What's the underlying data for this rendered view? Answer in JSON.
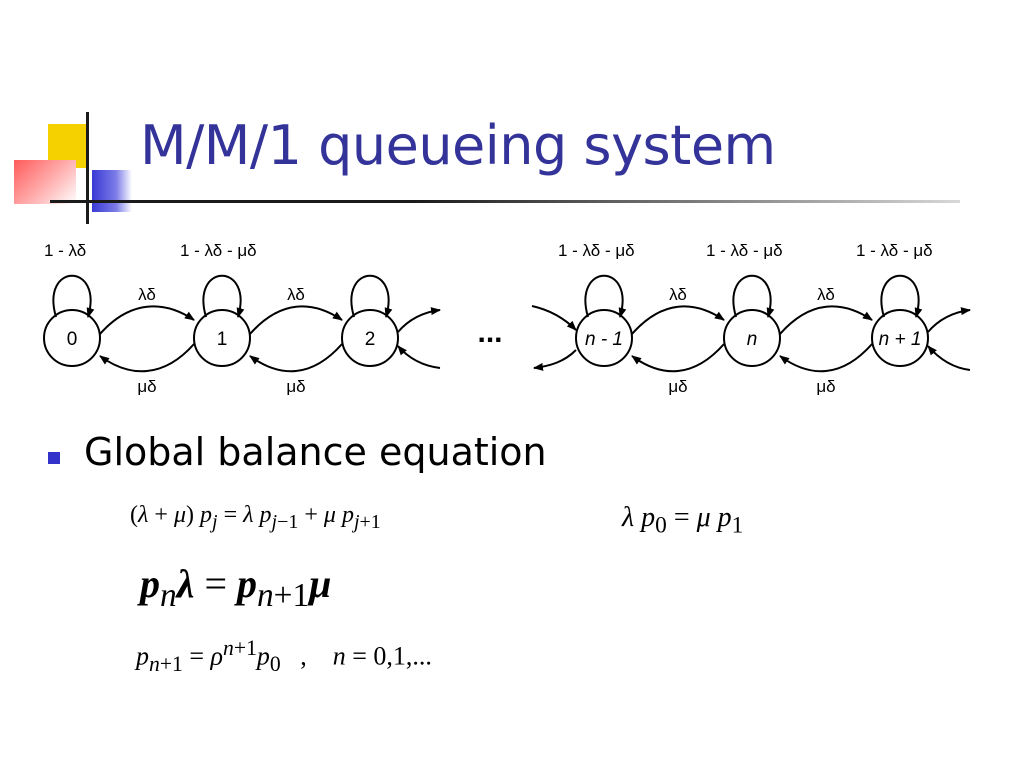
{
  "slide": {
    "title": "M/M/1 queueing system",
    "bullet": "Global balance equation"
  },
  "diagram": {
    "states": [
      "0",
      "1",
      "2",
      "n - 1",
      "n",
      "n + 1"
    ],
    "ellipsis": "...",
    "self_loop_labels": [
      "1 - λδ",
      "1 - λδ - μδ",
      "1 - λδ - μδ",
      "1 - λδ - μδ",
      "1 - λδ - μδ"
    ],
    "forward_label": "λδ",
    "backward_label": "μδ"
  },
  "equations": {
    "balance_general": "(λ + μ) p_j = λ p_{j−1} + μ p_{j+1}",
    "balance_boundary": "λ p_0 = μ p_1",
    "cut_equation": "p_n λ = p_{n+1} μ",
    "solution": "p_{n+1} = ρ^{n+1} p_0 ,   n = 0,1,..."
  },
  "colors": {
    "title": "#333399",
    "bullet": "#3333cc"
  }
}
